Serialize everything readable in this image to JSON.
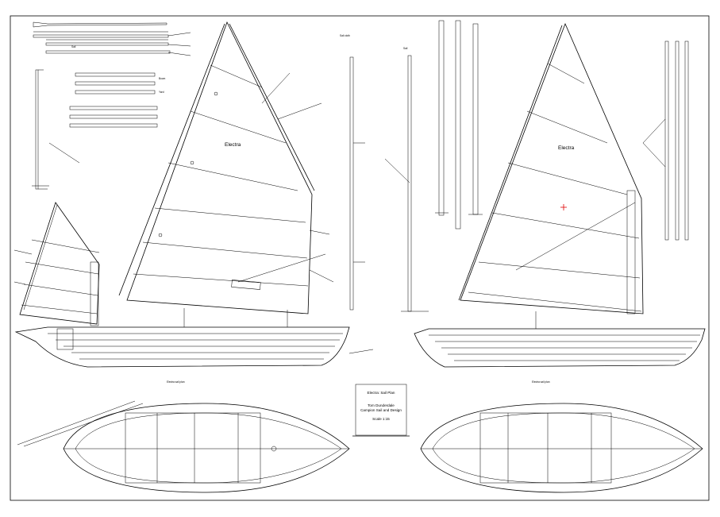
{
  "drawing": {
    "sail_name_left": "Electra",
    "sail_name_right": "Electra",
    "caption_left": "Electra sail plan",
    "caption_right": "Electra sail plan",
    "title_block": {
      "title": "Electra: Sail Plan",
      "designer": "Tom Dunderdale",
      "company": "Campion Sail and Design",
      "scale": "Scale 1:15"
    },
    "oar_labels": [
      "Sail",
      "Boom",
      "Yard"
    ],
    "notes": [
      "Sail cloth",
      "Sail"
    ]
  }
}
